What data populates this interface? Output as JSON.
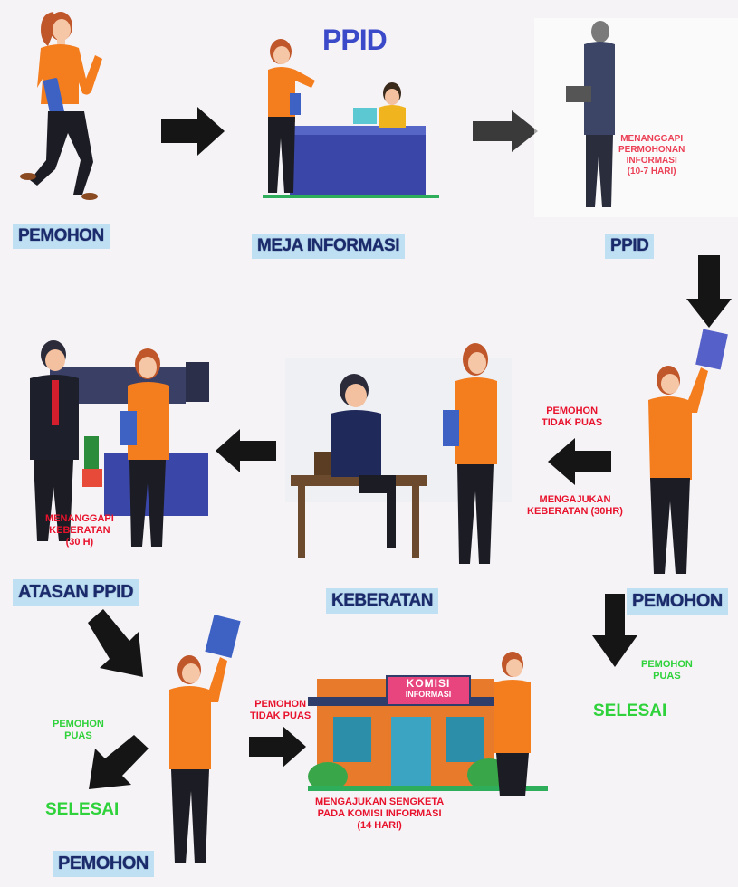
{
  "nodes": {
    "pemohon_1": "PEMOHON",
    "meja_informasi": "MEJA INFORMASI",
    "ppid": "PPID",
    "pemohon_2": "PEMOHON",
    "keberatan": "KEBERATAN",
    "atasan_ppid": "ATASAN PPID",
    "pemohon_3": "PEMOHON",
    "selesai_1": "SELESAI",
    "selesai_2": "SELESAI"
  },
  "ppid_sign": "PPID",
  "annotations": {
    "ppid_response": [
      "MENANGGAPI",
      "PERMOHONAN",
      "INFORMASI",
      "(10-7 HARI)"
    ],
    "tidak_puas_1": [
      "PEMOHON",
      "TIDAK PUAS"
    ],
    "ajukan_keberatan": [
      "MENGAJUKAN",
      "KEBERATAN (30HR)"
    ],
    "atasan_response": [
      "MENANGGAPI",
      "KEBERATAN",
      "(30 H)"
    ],
    "puas_1": [
      "PEMOHON",
      "PUAS"
    ],
    "puas_2": [
      "PEMOHON",
      "PUAS"
    ],
    "tidak_puas_2": [
      "PEMOHON",
      "TIDAK PUAS"
    ],
    "sengketa": [
      "MENGAJUKAN SENGKETA",
      "PADA KOMISI INFORMASI",
      "(14 HARI)"
    ]
  },
  "komisi_sign": [
    "KOMISI",
    "INFORMASI"
  ],
  "colors": {
    "label_bg": "#bfe0f2",
    "label_text": "#1b2a6b",
    "red_text": "#e8122c",
    "green_text": "#2fd23a",
    "arrow": "#151515",
    "shirt": "#f47d1e"
  }
}
